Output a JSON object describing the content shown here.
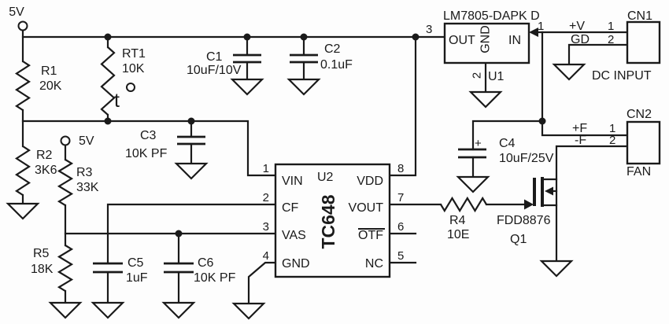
{
  "power": {
    "v5_a": "5V",
    "v5_b": "5V"
  },
  "parts": {
    "r1": {
      "ref": "R1",
      "val": "20K"
    },
    "rt1": {
      "ref": "RT1",
      "val": "10K",
      "thermal_mark": "t"
    },
    "r2": {
      "ref": "R2",
      "val": "3K6"
    },
    "r3": {
      "ref": "R3",
      "val": "33K"
    },
    "r4": {
      "ref": "R4",
      "val": "10E"
    },
    "r5": {
      "ref": "R5",
      "val": "18K"
    },
    "c1": {
      "ref": "C1",
      "val": "10uF/10V"
    },
    "c2": {
      "ref": "C2",
      "val": "0.1uF"
    },
    "c3": {
      "ref": "C3",
      "val": "10K PF"
    },
    "c4": {
      "ref": "C4",
      "val": "10uF/25V",
      "polarity": "+"
    },
    "c5": {
      "ref": "C5",
      "val": "1uF"
    },
    "c6": {
      "ref": "C6",
      "val": "10K PF"
    },
    "q1": {
      "ref": "Q1",
      "part": "FDD8876"
    }
  },
  "u2": {
    "ref": "U2",
    "part": "TC648",
    "left_pins": [
      {
        "n": "1",
        "name": "VIN"
      },
      {
        "n": "2",
        "name": "CF"
      },
      {
        "n": "3",
        "name": "VAS"
      },
      {
        "n": "4",
        "name": "GND"
      }
    ],
    "right_pins": [
      {
        "n": "8",
        "name": "VDD"
      },
      {
        "n": "7",
        "name": "VOUT"
      },
      {
        "n": "6",
        "name": "OTF"
      },
      {
        "n": "5",
        "name": "NC"
      }
    ]
  },
  "u1": {
    "ref": "U1",
    "part": "LM7805-DAPK D",
    "out": {
      "n": "3",
      "name": "OUT"
    },
    "gnd": {
      "n": "2",
      "name": "GND"
    },
    "in": {
      "n": "1",
      "name": "IN"
    }
  },
  "cn1": {
    "ref": "CN1",
    "caption": "DC INPUT",
    "pin1": {
      "n": "1",
      "name": "+V"
    },
    "pin2": {
      "n": "2",
      "name": "GD"
    }
  },
  "cn2": {
    "ref": "CN2",
    "caption": "FAN",
    "pin1": {
      "n": "1",
      "name": "+F"
    },
    "pin2": {
      "n": "2",
      "name": "-F"
    }
  },
  "colors": {
    "line": "#1a1a1a",
    "background": "#fdfdfd"
  }
}
